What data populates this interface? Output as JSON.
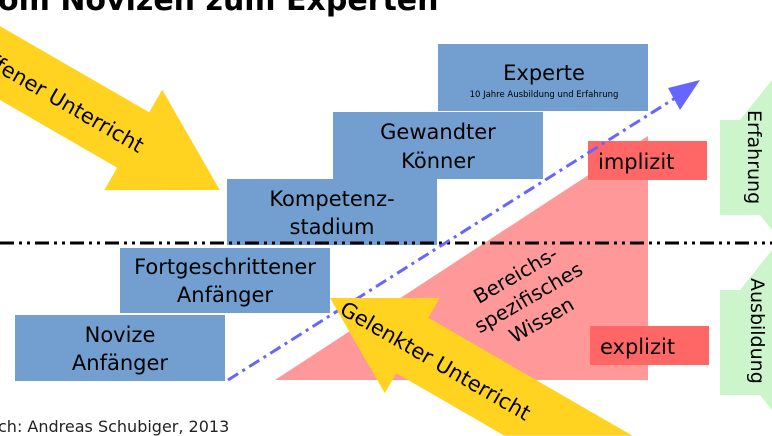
{
  "title": "om Novizen zum Experten",
  "stages": [
    {
      "line1": "Novize",
      "line2": "Anfänger"
    },
    {
      "line1": "Fortgeschrittener",
      "line2": "Anfänger"
    },
    {
      "line1": "Kompetenz-",
      "line2": "stadium"
    },
    {
      "line1": "Gewandter",
      "line2": "Könner"
    },
    {
      "line1": "Experte",
      "line2": "10 Jahre Ausbildung und Erfahrung"
    }
  ],
  "knowledge": {
    "line1": "Bereichs-",
    "line2": "spezifisches",
    "line3": "Wissen"
  },
  "implicit_label": "implizit",
  "explicit_label": "explizit",
  "open_teaching": "Offener Unterricht",
  "guided_teaching": "Gelenkter Unterricht",
  "experience": "Erfahrung",
  "training": "Ausbildung",
  "caption": "ch: Andreas Schubiger, 2013",
  "colors": {
    "stage": "#729fcf",
    "triangle": "#ff9999",
    "label_box": "#ff6666",
    "arrow_yellow": "#ffd320",
    "arrow_green": "#ccf5cc",
    "arrow_blue": "#6666ff"
  }
}
